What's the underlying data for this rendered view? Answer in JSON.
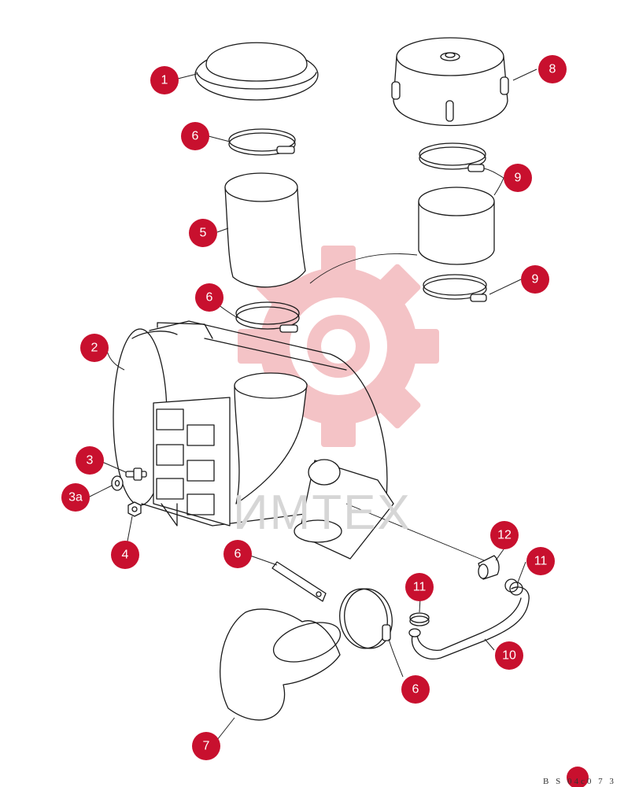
{
  "watermark": {
    "brand_text": "ИМТЕХ",
    "gear_color": "#f3b9bd"
  },
  "drawing_ref": "B S 04c0 7 3",
  "badge_color": "#c8102e",
  "callouts": [
    {
      "id": "c1",
      "label": "1"
    },
    {
      "id": "c8",
      "label": "8"
    },
    {
      "id": "c6a",
      "label": "6"
    },
    {
      "id": "c9a",
      "label": "9"
    },
    {
      "id": "c5",
      "label": "5"
    },
    {
      "id": "c9b",
      "label": "9"
    },
    {
      "id": "c6b",
      "label": "6"
    },
    {
      "id": "c2",
      "label": "2"
    },
    {
      "id": "c3",
      "label": "3"
    },
    {
      "id": "c3a",
      "label": "3a"
    },
    {
      "id": "c4",
      "label": "4"
    },
    {
      "id": "c12",
      "label": "12"
    },
    {
      "id": "c11a",
      "label": "11"
    },
    {
      "id": "c6c",
      "label": "6"
    },
    {
      "id": "c11b",
      "label": "11"
    },
    {
      "id": "c10",
      "label": "10"
    },
    {
      "id": "c6d",
      "label": "6"
    },
    {
      "id": "c7",
      "label": "7"
    }
  ]
}
